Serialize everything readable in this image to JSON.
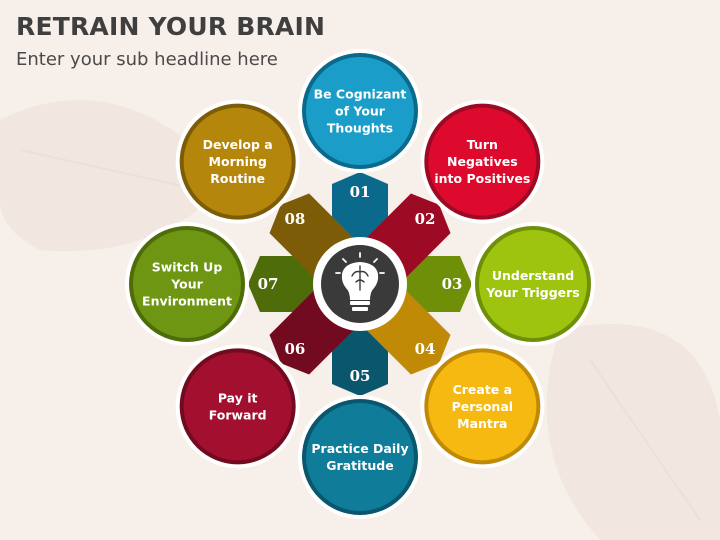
{
  "title": "RETRAIN YOUR BRAIN",
  "subtitle": "Enter your sub headline here",
  "center_icon": "brain-lightbulb-icon",
  "items": [
    {
      "number": "01",
      "lines": [
        "Be Cognizant",
        "of Your",
        "Thoughts"
      ],
      "color": "#1a9ec9",
      "dark": "#0b6a8b"
    },
    {
      "number": "02",
      "lines": [
        "Turn",
        "Negatives",
        "into Positives"
      ],
      "color": "#dd0a2e",
      "dark": "#9c0a24"
    },
    {
      "number": "03",
      "lines": [
        "Understand",
        "Your Triggers"
      ],
      "color": "#9ec40f",
      "dark": "#6f8f08"
    },
    {
      "number": "04",
      "lines": [
        "Create a",
        "Personal",
        "Mantra"
      ],
      "color": "#f6b911",
      "dark": "#c08a06"
    },
    {
      "number": "05",
      "lines": [
        "Practice Daily",
        "Gratitude"
      ],
      "color": "#0f7c99",
      "dark": "#0a566c"
    },
    {
      "number": "06",
      "lines": [
        "Pay it",
        "Forward"
      ],
      "color": "#a3102f",
      "dark": "#720a20"
    },
    {
      "number": "07",
      "lines": [
        "Switch Up",
        "Your",
        "Environment"
      ],
      "color": "#6e9612",
      "dark": "#4f6c0a"
    },
    {
      "number": "08",
      "lines": [
        "Develop a",
        "Morning",
        "Routine"
      ],
      "color": "#b5860c",
      "dark": "#7d5c07"
    }
  ]
}
